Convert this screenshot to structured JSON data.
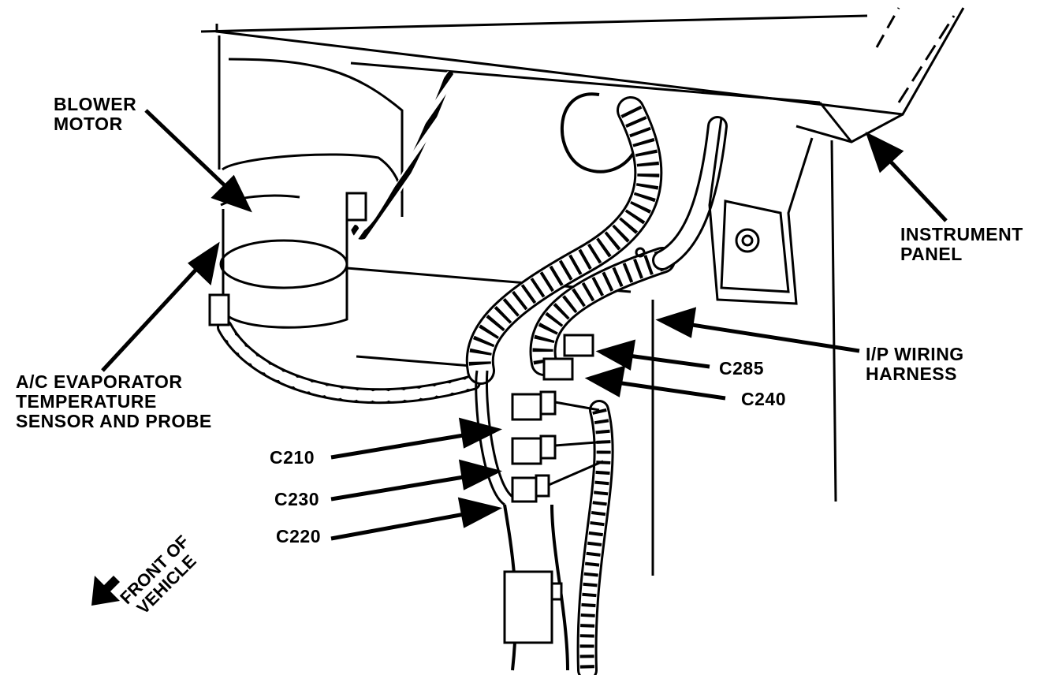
{
  "labels": {
    "blower_motor": [
      "BLOWER",
      "MOTOR"
    ],
    "instrument_panel": [
      "INSTRUMENT",
      "PANEL"
    ],
    "ip_wiring_harness": [
      "I/P WIRING",
      "HARNESS"
    ],
    "evap_sensor": [
      "A/C EVAPORATOR",
      "TEMPERATURE",
      "SENSOR AND PROBE"
    ],
    "c285": "C285",
    "c240": "C240",
    "c210": "C210",
    "c230": "C230",
    "c220": "C220",
    "front_of_vehicle": [
      "FRONT OF",
      "VEHICLE"
    ]
  },
  "colors": {
    "ink": "#000000",
    "paper": "#ffffff"
  }
}
